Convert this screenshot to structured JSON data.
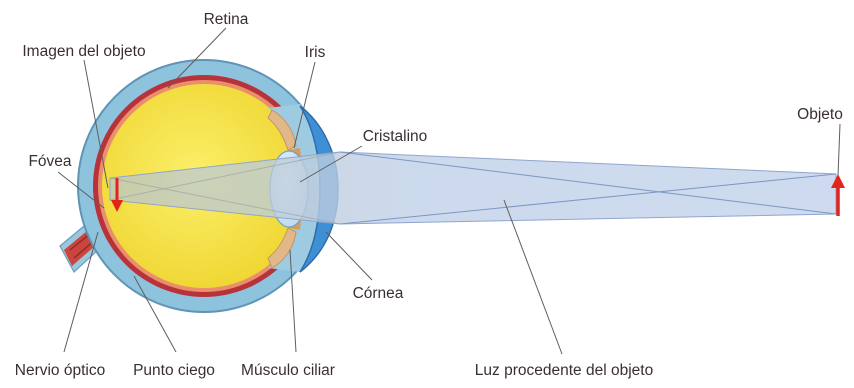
{
  "labels": {
    "retina": "Retina",
    "imagen": "Imagen del objeto",
    "iris": "Iris",
    "cristalino": "Cristalino",
    "fovea": "Fóvea",
    "objeto": "Objeto",
    "cornea": "Córnea",
    "nervio": "Nervio óptico",
    "punto_ciego": "Punto ciego",
    "musculo": "Músculo ciliar",
    "luz": "Luz procedente del objeto"
  },
  "colors": {
    "sclera": "#8ec3dd",
    "choroid": "#b8323a",
    "vitreous": "#f3e43d",
    "cornea": "#3f8fd6",
    "light_beam": "#c7d5ea",
    "arrow": "#e3241b",
    "leader": "#5d5d5d"
  }
}
